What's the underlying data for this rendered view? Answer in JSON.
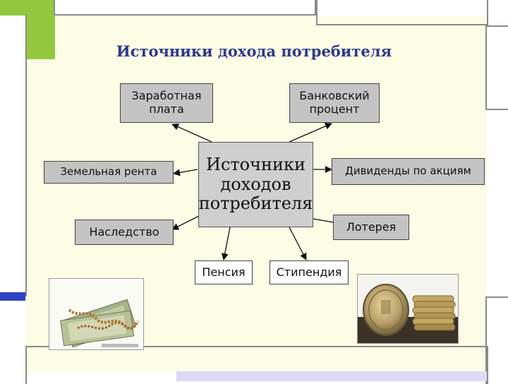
{
  "title": "Источники дохода потребителя",
  "center": {
    "line1": "Источники",
    "line2": "доходов",
    "line3": "потребителя"
  },
  "nodes": {
    "salary": {
      "line1": "Заработная",
      "line2": "плата"
    },
    "bank_interest": {
      "line1": "Банковский",
      "line2": "процент"
    },
    "land_rent": "Земельная рента",
    "dividends": "Дивиденды по акциям",
    "inheritance": "Наследство",
    "lottery": "Лотерея",
    "pension": "Пенсия",
    "scholarship": "Стипендия"
  },
  "colors": {
    "accent_green": "#93c83e",
    "accent_blue": "#2c43c4",
    "title": "#2e3a8a",
    "box": "#c4c4c4"
  }
}
